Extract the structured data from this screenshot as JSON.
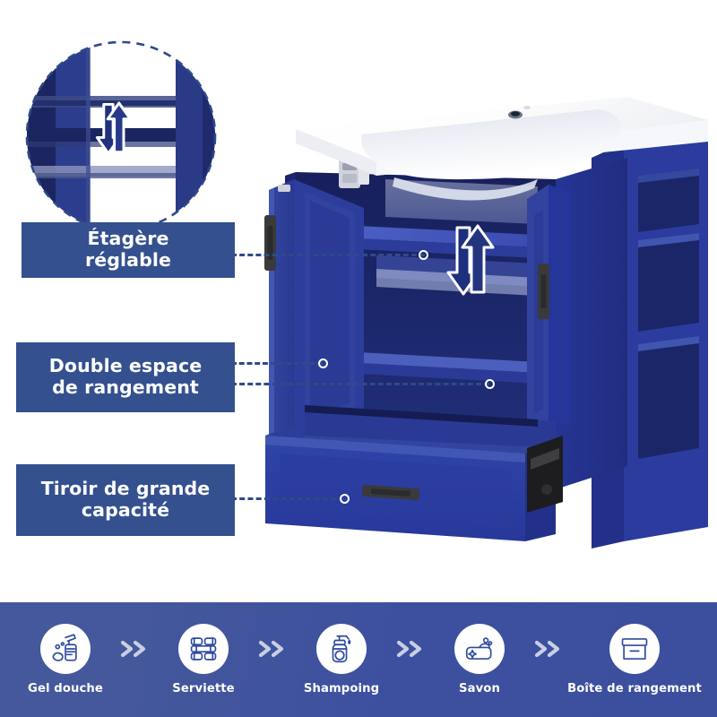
{
  "theme": {
    "label_box_bg": "#34508f",
    "label_text": "#ffffff",
    "cabinet_blue": "#2a3f9d",
    "cabinet_blue_dark": "#1d2a6b",
    "cabinet_blue_light": "#4054b8",
    "sink_white": "#ffffff",
    "handle_black": "#3a3a3c",
    "bar_blue_left": "#44589b",
    "bar_blue_right": "#3c4f9d",
    "lead_line": "#2e4a8a",
    "chevron_gray": "#c9cfe2"
  },
  "magnifier": {
    "name": "adjustable-shelf-zoom-circle",
    "border_style": "dashed",
    "content": "close-up of adjustable shelf rails with up-down arrow"
  },
  "callouts": [
    {
      "id": "shelf",
      "label": "Étagère\nréglable",
      "line1": "Étagère",
      "line2": "réglable",
      "leaders": 1
    },
    {
      "id": "storage",
      "label": "Double espace\nde rangement",
      "line1": "Double espace",
      "line2": "de rangement",
      "leaders": 2
    },
    {
      "id": "drawer",
      "label": "Tiroir de grande\ncapacité",
      "line1": "Tiroir de grande",
      "line2": "capacité",
      "leaders": 1
    }
  ],
  "product": {
    "name": "bathroom-vanity-cabinet",
    "sink": "white ceramic integrated sink with faucet hole",
    "doors": "two open shaker doors with black bar handles",
    "drawer": "large open bottom drawer with black bar handle",
    "side_shelf": "open side shelving unit with three compartments",
    "arrow_icon": "up-down-adjust-arrow"
  },
  "feature_bar": {
    "separator_icon": "double-chevron-right-icon",
    "items": [
      {
        "icon": "shower-gel-bottle-icon",
        "label": "Gel douche"
      },
      {
        "icon": "folded-towels-icon",
        "label": "Serviette"
      },
      {
        "icon": "shampoo-pump-bottle-icon",
        "label": "Shampoing"
      },
      {
        "icon": "soap-bar-bubbles-icon",
        "label": "Savon"
      },
      {
        "icon": "storage-box-icon",
        "label": "Boîte de rangement"
      }
    ]
  }
}
